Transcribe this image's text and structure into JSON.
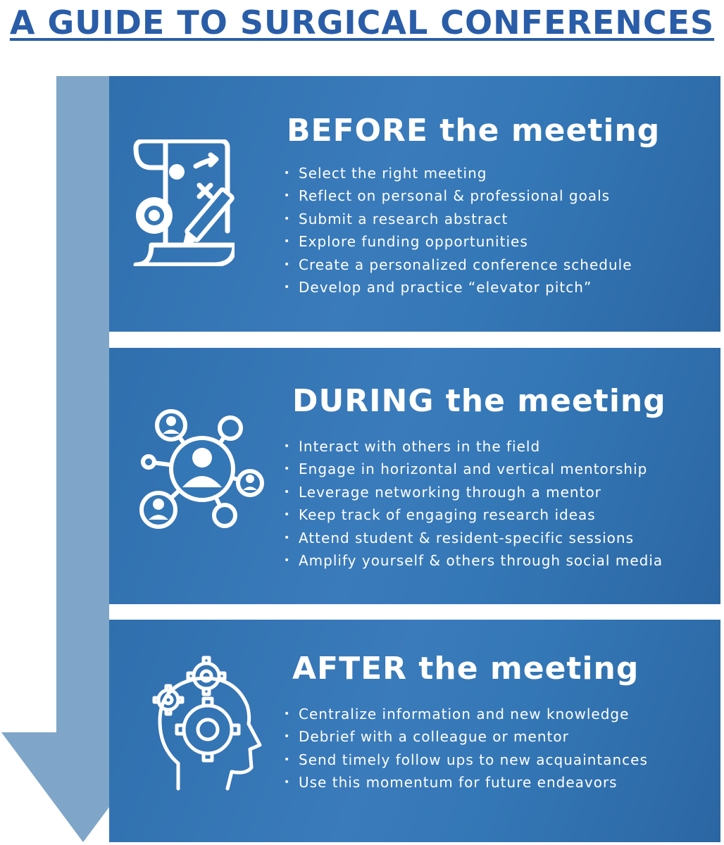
{
  "title": "A GUIDE TO SURGICAL CONFERENCES",
  "colors": {
    "title": "#2a5da8",
    "panel": "#3477b6",
    "arrow": "#7fa6c8",
    "text": "#ffffff"
  },
  "sections": [
    {
      "heading": "BEFORE the meeting",
      "icon": "strategy-plan-icon",
      "items": [
        "Select the right meeting",
        "Reflect on personal & professional goals",
        "Submit a research abstract",
        "Explore funding opportunities",
        "Create a personalized conference schedule",
        "Develop and practice “elevator pitch”"
      ]
    },
    {
      "heading": "DURING the meeting",
      "icon": "network-people-icon",
      "items": [
        "Interact with others in the field",
        "Engage in horizontal and vertical mentorship",
        "Leverage networking through a mentor",
        "Keep track of engaging research ideas",
        "Attend student & resident-specific sessions",
        "Amplify yourself & others through social media"
      ]
    },
    {
      "heading": "AFTER the meeting",
      "icon": "head-gears-icon",
      "items": [
        "Centralize information and new knowledge",
        "Debrief with a colleague or mentor",
        "Send timely follow ups to new acquaintances",
        "Use this momentum for future endeavors"
      ]
    }
  ]
}
